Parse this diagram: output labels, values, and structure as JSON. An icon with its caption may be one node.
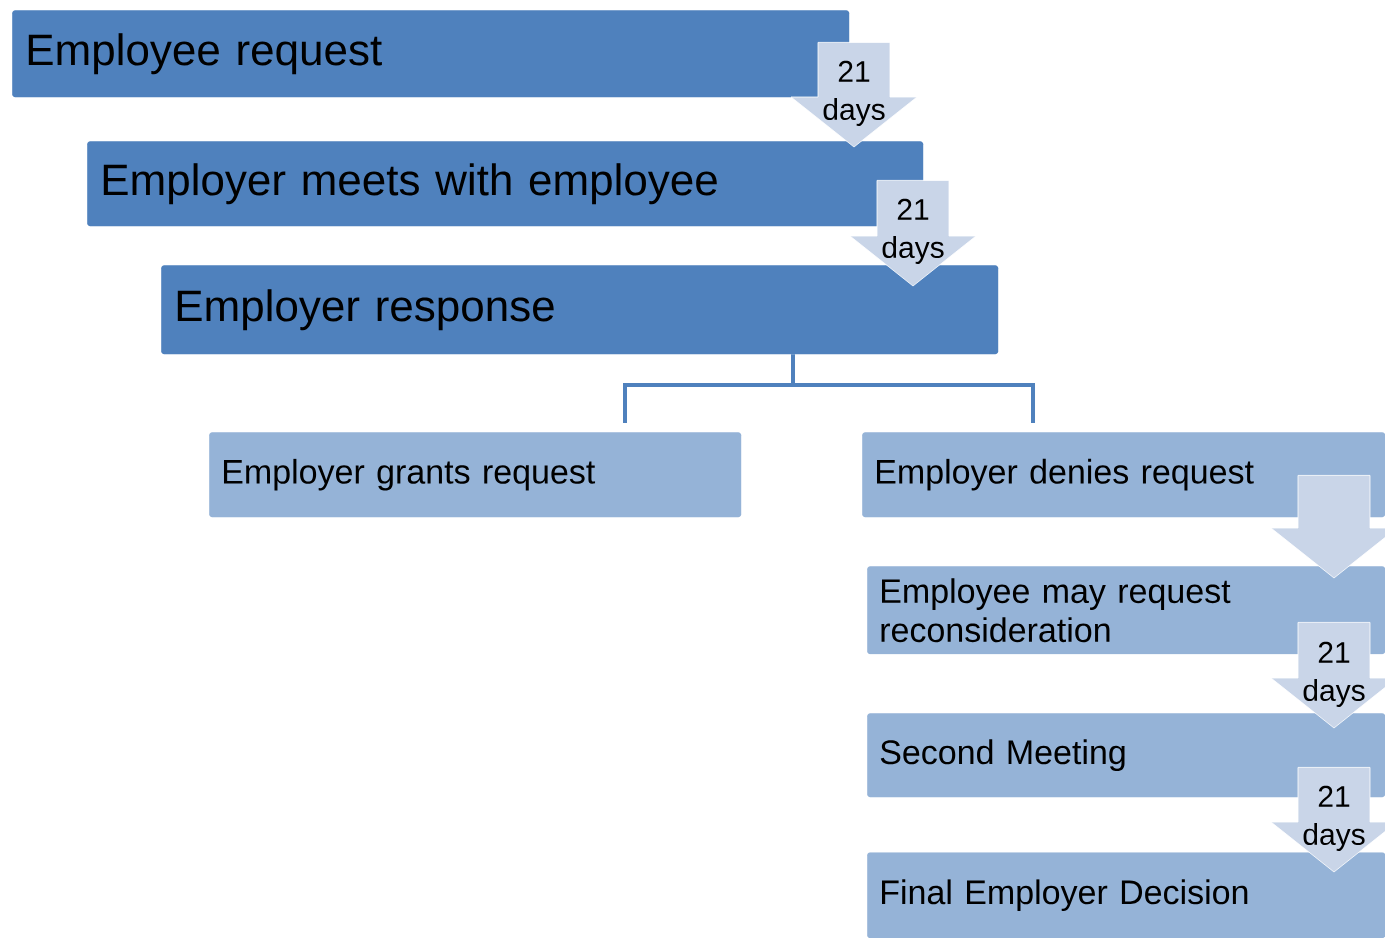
{
  "diagram": {
    "nodes": [
      {
        "text": [
          "Employee request"
        ]
      },
      {
        "text": [
          "Employer meets with employee"
        ]
      },
      {
        "text": [
          "Employer response"
        ]
      },
      {
        "text": [
          "Employer grants request"
        ]
      },
      {
        "text": [
          "Employer denies request"
        ]
      },
      {
        "text": [
          "Employee may request reconsideration"
        ]
      },
      {
        "text": [
          "Second Meeting"
        ]
      },
      {
        "text": [
          "Final Employer Decision"
        ]
      }
    ],
    "edges": [
      {
        "from": 0,
        "to": 1,
        "arrow": "to",
        "label": "21 days"
      },
      {
        "from": 1,
        "to": 2,
        "arrow": "to",
        "label": "21 days"
      },
      {
        "from": 2,
        "to": 3,
        "arrow": "none",
        "color": "#4f81bd"
      },
      {
        "from": 2,
        "to": 4,
        "arrow": "none",
        "color": "#4f81bd"
      },
      {
        "from": 4,
        "to": 5,
        "arrow": "to"
      },
      {
        "from": 5,
        "to": 6,
        "arrow": "to",
        "label": "21 days"
      },
      {
        "from": 6,
        "to": 7,
        "arrow": "to",
        "label": "21 days"
      }
    ]
  }
}
